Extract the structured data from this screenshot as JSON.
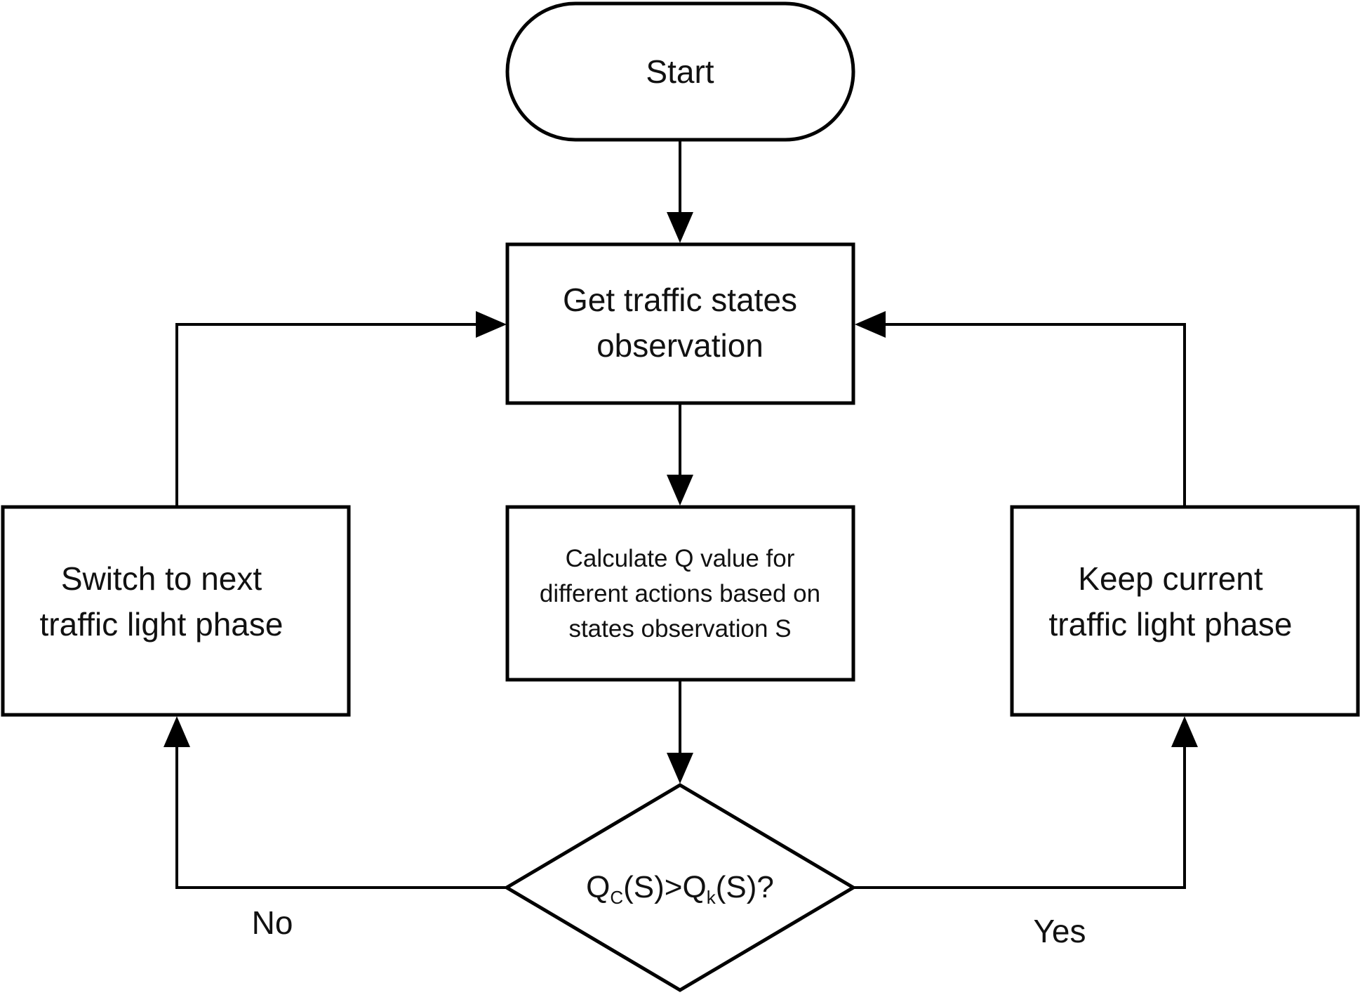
{
  "nodes": {
    "start": {
      "text": "Start"
    },
    "get_states": {
      "line1": "Get traffic states",
      "line2": "observation"
    },
    "calculate": {
      "line1": "Calculate Q value for",
      "line2": "different actions based on",
      "line3": "states observation S"
    },
    "decision": {
      "q1": "Q",
      "sub1": "C",
      "mid": "(S)>Q",
      "sub2": "k",
      "end": "(S)?"
    },
    "switch_phase": {
      "line1": "Switch to next",
      "line2": "traffic light phase"
    },
    "keep_phase": {
      "line1": "Keep current",
      "line2": "traffic light phase"
    }
  },
  "edges": {
    "no_label": "No",
    "yes_label": "Yes"
  }
}
